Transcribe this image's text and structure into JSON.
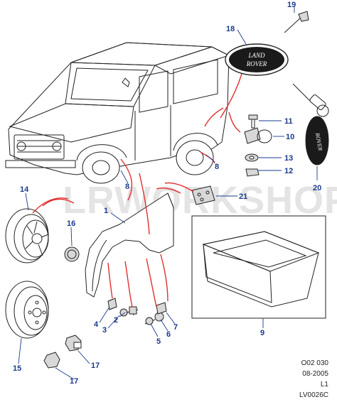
{
  "watermark": "LRWORKSHOP",
  "badge_text": {
    "line1": "LAND",
    "line2": "ROVER"
  },
  "callouts": [
    {
      "id": "c1",
      "label": "1"
    },
    {
      "id": "c2",
      "label": "2"
    },
    {
      "id": "c3",
      "label": "3"
    },
    {
      "id": "c4",
      "label": "4"
    },
    {
      "id": "c5",
      "label": "5"
    },
    {
      "id": "c6",
      "label": "6"
    },
    {
      "id": "c7",
      "label": "7"
    },
    {
      "id": "c8a",
      "label": "8"
    },
    {
      "id": "c8b",
      "label": "8"
    },
    {
      "id": "c9",
      "label": "9"
    },
    {
      "id": "c10",
      "label": "10"
    },
    {
      "id": "c11",
      "label": "11"
    },
    {
      "id": "c12",
      "label": "12"
    },
    {
      "id": "c13",
      "label": "13"
    },
    {
      "id": "c14",
      "label": "14"
    },
    {
      "id": "c15",
      "label": "15"
    },
    {
      "id": "c16",
      "label": "16"
    },
    {
      "id": "c17a",
      "label": "17"
    },
    {
      "id": "c17b",
      "label": "17"
    },
    {
      "id": "c18",
      "label": "18"
    },
    {
      "id": "c19",
      "label": "19"
    },
    {
      "id": "c20",
      "label": "20"
    },
    {
      "id": "c21",
      "label": "21"
    }
  ],
  "reference": {
    "code": "O02 030",
    "date": "08-2005",
    "sheet": "L1",
    "drawing": "LV0026C"
  },
  "colors": {
    "callout": "#1a3a8f",
    "leader_red": "#e03030",
    "watermark": "#cfcfcf"
  }
}
